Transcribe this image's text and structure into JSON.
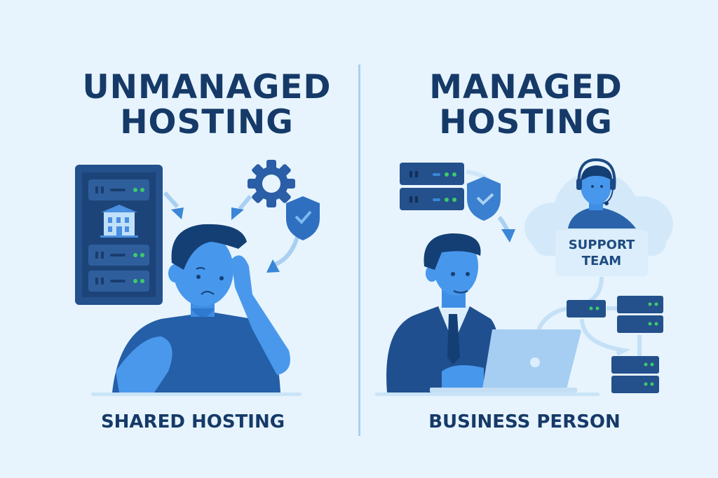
{
  "left": {
    "title_line1": "UNMANAGED",
    "title_line2": "HOSTING",
    "caption": "SHARED HOSTING"
  },
  "right": {
    "title_line1": "MANAGED",
    "title_line2": "HOSTING",
    "caption": "BUSINESS PERSON",
    "support_line1": "SUPPORT",
    "support_line2": "TEAM"
  },
  "colors": {
    "background": "#e7f4fd",
    "title": "#163a68",
    "server": "#234f8a",
    "accent": "#3b86d6",
    "led": "#3ccb6a"
  }
}
